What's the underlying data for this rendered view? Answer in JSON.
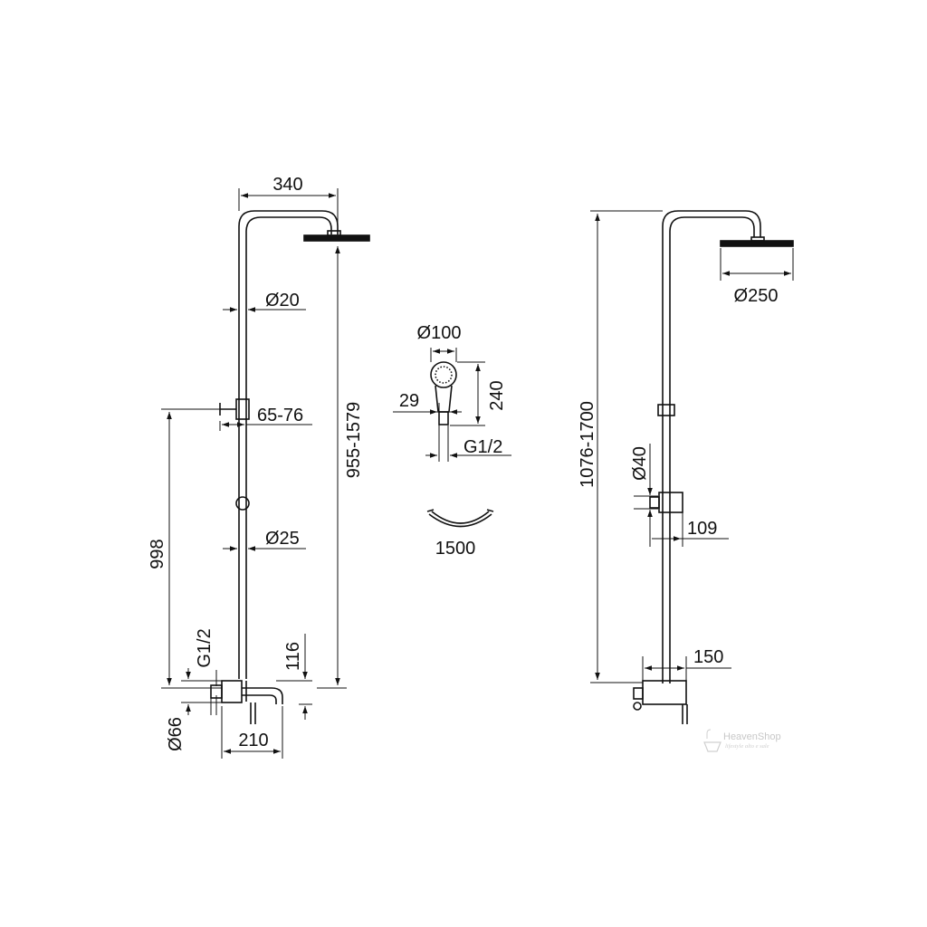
{
  "dimensions": {
    "width_340": "340",
    "dia_20": "Ø20",
    "range_65_76": "65-76",
    "height_998": "998",
    "height_955_1579": "955-1579",
    "dia_25": "Ø25",
    "thread_g12_left": "G1/2",
    "dim_116": "116",
    "dia_66": "Ø66",
    "dim_210": "210",
    "dia_100": "Ø100",
    "dim_29": "29",
    "dim_240": "240",
    "thread_g12_hand": "G1/2",
    "hose_1500": "1500",
    "dia_250": "Ø250",
    "height_1076_1700": "1076-1700",
    "dia_40": "Ø40",
    "dim_109": "109",
    "dim_150": "150"
  },
  "watermark": {
    "brand": "HeavenShop",
    "tagline": "lifestyle alto e sale"
  }
}
